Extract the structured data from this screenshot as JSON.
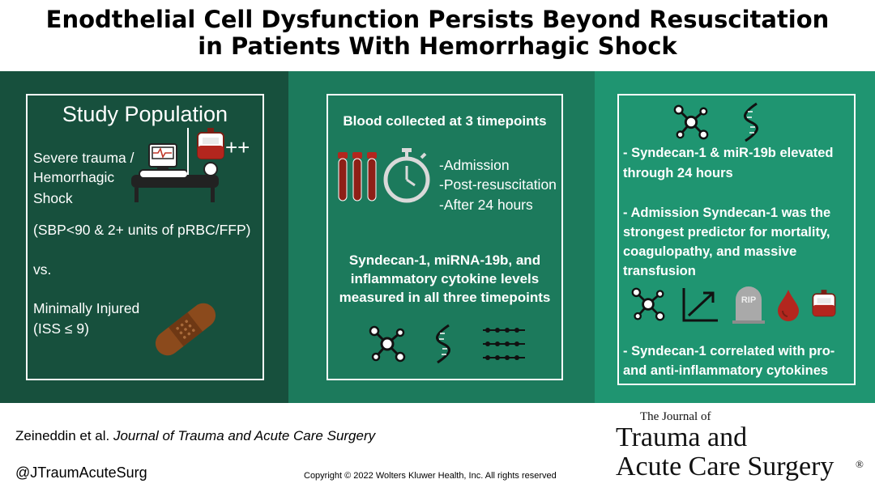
{
  "title": {
    "line1": "Enodthelial Cell Dysfunction Persists Beyond Resuscitation",
    "line2": "in Patients With Hemorrhagic Shock"
  },
  "panel1": {
    "heading": "Study Population",
    "group1_line1": "Severe trauma /",
    "group1_line2": "Hemorrhagic",
    "group1_line3": "Shock",
    "criteria": "(SBP<90 & 2+ units of pRBC/FFP)",
    "vs": "vs.",
    "group2_line1": "Minimally Injured",
    "group2_line2": "(ISS ≤ 9)",
    "plus_sign": "++"
  },
  "panel2": {
    "heading": "Blood collected at 3 timepoints",
    "timepoint1": "-Admission",
    "timepoint2": "-Post-resuscitation",
    "timepoint3": "-After 24 hours",
    "measure_line1": "Syndecan-1, miRNA-19b, and",
    "measure_line2": "inflammatory cytokine levels",
    "measure_line3": "measured in all three timepoints"
  },
  "panel3": {
    "finding1_line1": "- Syndecan-1 & miR-19b elevated",
    "finding1_line2": "through 24 hours",
    "finding2_line1": "- Admission Syndecan-1 was the",
    "finding2_line2": "strongest predictor for mortality,",
    "finding2_line3": "coagulopathy, and massive",
    "finding2_line4": "transfusion",
    "rip_label": "RIP",
    "finding3_line1": "- Syndecan-1 correlated with pro-",
    "finding3_line2": "and anti-inflammatory cytokines"
  },
  "footer": {
    "citation_authors": "Zeineddin et al. ",
    "citation_journal": "Journal of Trauma and Acute Care Surgery",
    "handle": "@JTraumAcuteSurg",
    "copyright": "Copyright © 2022  Wolters Kluwer Health, Inc. All rights reserved",
    "logo_line1": "The Journal of",
    "logo_line2": "Trauma and",
    "logo_line3": "Acute Care Surgery",
    "logo_mark": "®"
  },
  "colors": {
    "panel1_bg": "#17503d",
    "panel2_bg": "#1c7a5c",
    "panel3_bg": "#1f9571",
    "blood_red": "#b3261e",
    "bandage_brown": "#8b4a1c"
  },
  "icons": [
    "patient-bed-icon",
    "blood-bag-icon",
    "bandage-icon",
    "blood-tube-icon",
    "stopwatch-icon",
    "molecule-icon",
    "dna-icon",
    "cytokine-icon",
    "trend-up-icon",
    "tombstone-icon",
    "blood-drop-icon"
  ]
}
